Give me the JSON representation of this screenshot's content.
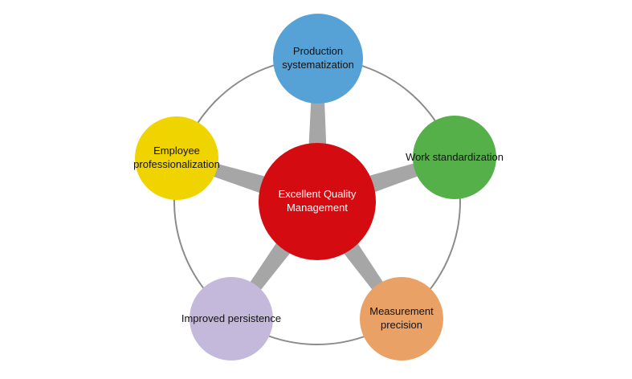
{
  "diagram": {
    "title": "Excellent Quality Management diagram",
    "center": {
      "label": "Excellent Quality Management",
      "color": "#d40b10",
      "text_color": "#ffffff"
    },
    "nodes": [
      {
        "id": "production-systematization",
        "label": "Production systematization",
        "color": "#56a2d6"
      },
      {
        "id": "work-standardization",
        "label": "Work standardization",
        "color": "#55b04a"
      },
      {
        "id": "measurement-precision",
        "label": "Measurement precision",
        "color": "#eaa166"
      },
      {
        "id": "improved-persistence",
        "label": "Improved persistence",
        "color": "#c5b9db"
      },
      {
        "id": "employee-professionalization",
        "label": "Employee professionalization",
        "color": "#f0d400"
      }
    ],
    "connector_color": "#a6a6a6",
    "ring_color": "#8c8c8c"
  }
}
